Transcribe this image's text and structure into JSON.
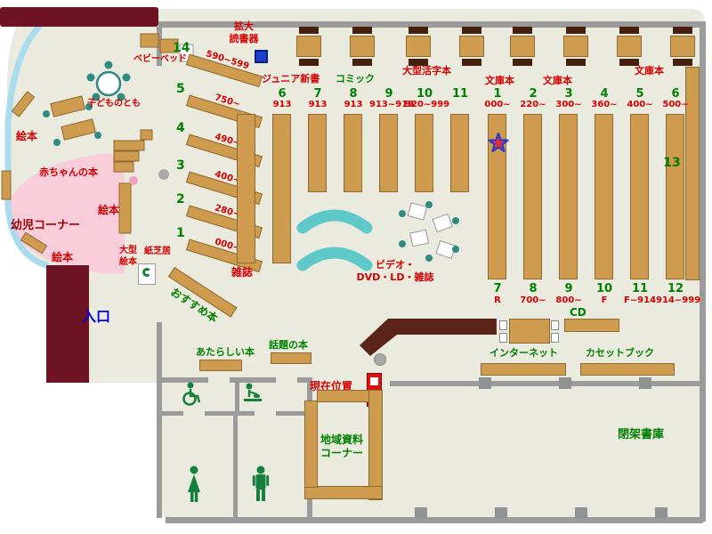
{
  "colors": {
    "floor": "#ebeade",
    "wall": "#9b9b9b",
    "shelf": "#cf9b4e",
    "maroon_wall": "#6d1321",
    "pink_area": "#f9cdd9",
    "window_blue": "#aadcf0",
    "cyan_bench": "#5fc9c9",
    "green_text": "#008000",
    "red_text": "#d60000",
    "blue_text": "#0000e0"
  },
  "entrance": {
    "label": "入口"
  },
  "current_location": {
    "label": "現在位置"
  },
  "children_area": {
    "title": "幼児コーナー",
    "ehon1": "絵本",
    "ehon2": "絵本",
    "ehon3": "絵本",
    "baby_books": "赤ちゃんの本",
    "kodomo_no_tomo": "子どものとも",
    "baby_bed": "ベビーベッド",
    "ogata_line1": "大型",
    "ogata_line2": "絵本",
    "kamishibai": "紙芝居"
  },
  "top": {
    "magnifier_line1": "拡大",
    "magnifier_line2": "読書器",
    "junior": "ジュニア新書",
    "comic": "コミック",
    "large_print": "大型活字本",
    "bunko1": "文庫本",
    "bunko2": "文庫本",
    "bunko3": "文庫本"
  },
  "diagonal": [
    {
      "num": "14",
      "range": "590~599"
    },
    {
      "num": "5",
      "range": "750~"
    },
    {
      "num": "4",
      "range": "490~"
    },
    {
      "num": "3",
      "range": "400~"
    },
    {
      "num": "2",
      "range": "280~"
    },
    {
      "num": "1",
      "range": "000~"
    }
  ],
  "cols": [
    {
      "num": "6",
      "range": "913"
    },
    {
      "num": "7",
      "range": "913"
    },
    {
      "num": "8",
      "range": "913"
    },
    {
      "num": "9",
      "range": "913~919"
    },
    {
      "num": "10",
      "range": "920~999"
    },
    {
      "num": "11",
      "range": ""
    },
    {
      "num": "1",
      "range": "000~"
    },
    {
      "num": "2",
      "range": "220~"
    },
    {
      "num": "3",
      "range": "300~"
    },
    {
      "num": "4",
      "range": "360~"
    },
    {
      "num": "5",
      "range": "400~"
    },
    {
      "num": "6",
      "range": "500~"
    }
  ],
  "cols_bottom": [
    {
      "num": "7",
      "range": "R"
    },
    {
      "num": "8",
      "range": "700~"
    },
    {
      "num": "9",
      "range": "800~"
    },
    {
      "num": "10",
      "range": "F"
    },
    {
      "num": "11",
      "range": "F~914"
    },
    {
      "num": "12",
      "range": "914~999"
    }
  ],
  "shelf13": "13",
  "magazine": "雑誌",
  "video": {
    "line1": "ビデオ・",
    "line2": "DVD・LD・雑誌"
  },
  "recommended": "おすすめ本",
  "new_books": "あたらしい本",
  "topic_books": "話題の本",
  "internet": "インターネット",
  "cd": "CD",
  "cassette": "カセットブック",
  "local": {
    "line1": "地域資料",
    "line2": "コーナー"
  },
  "closed_stacks": "閉架書庫"
}
